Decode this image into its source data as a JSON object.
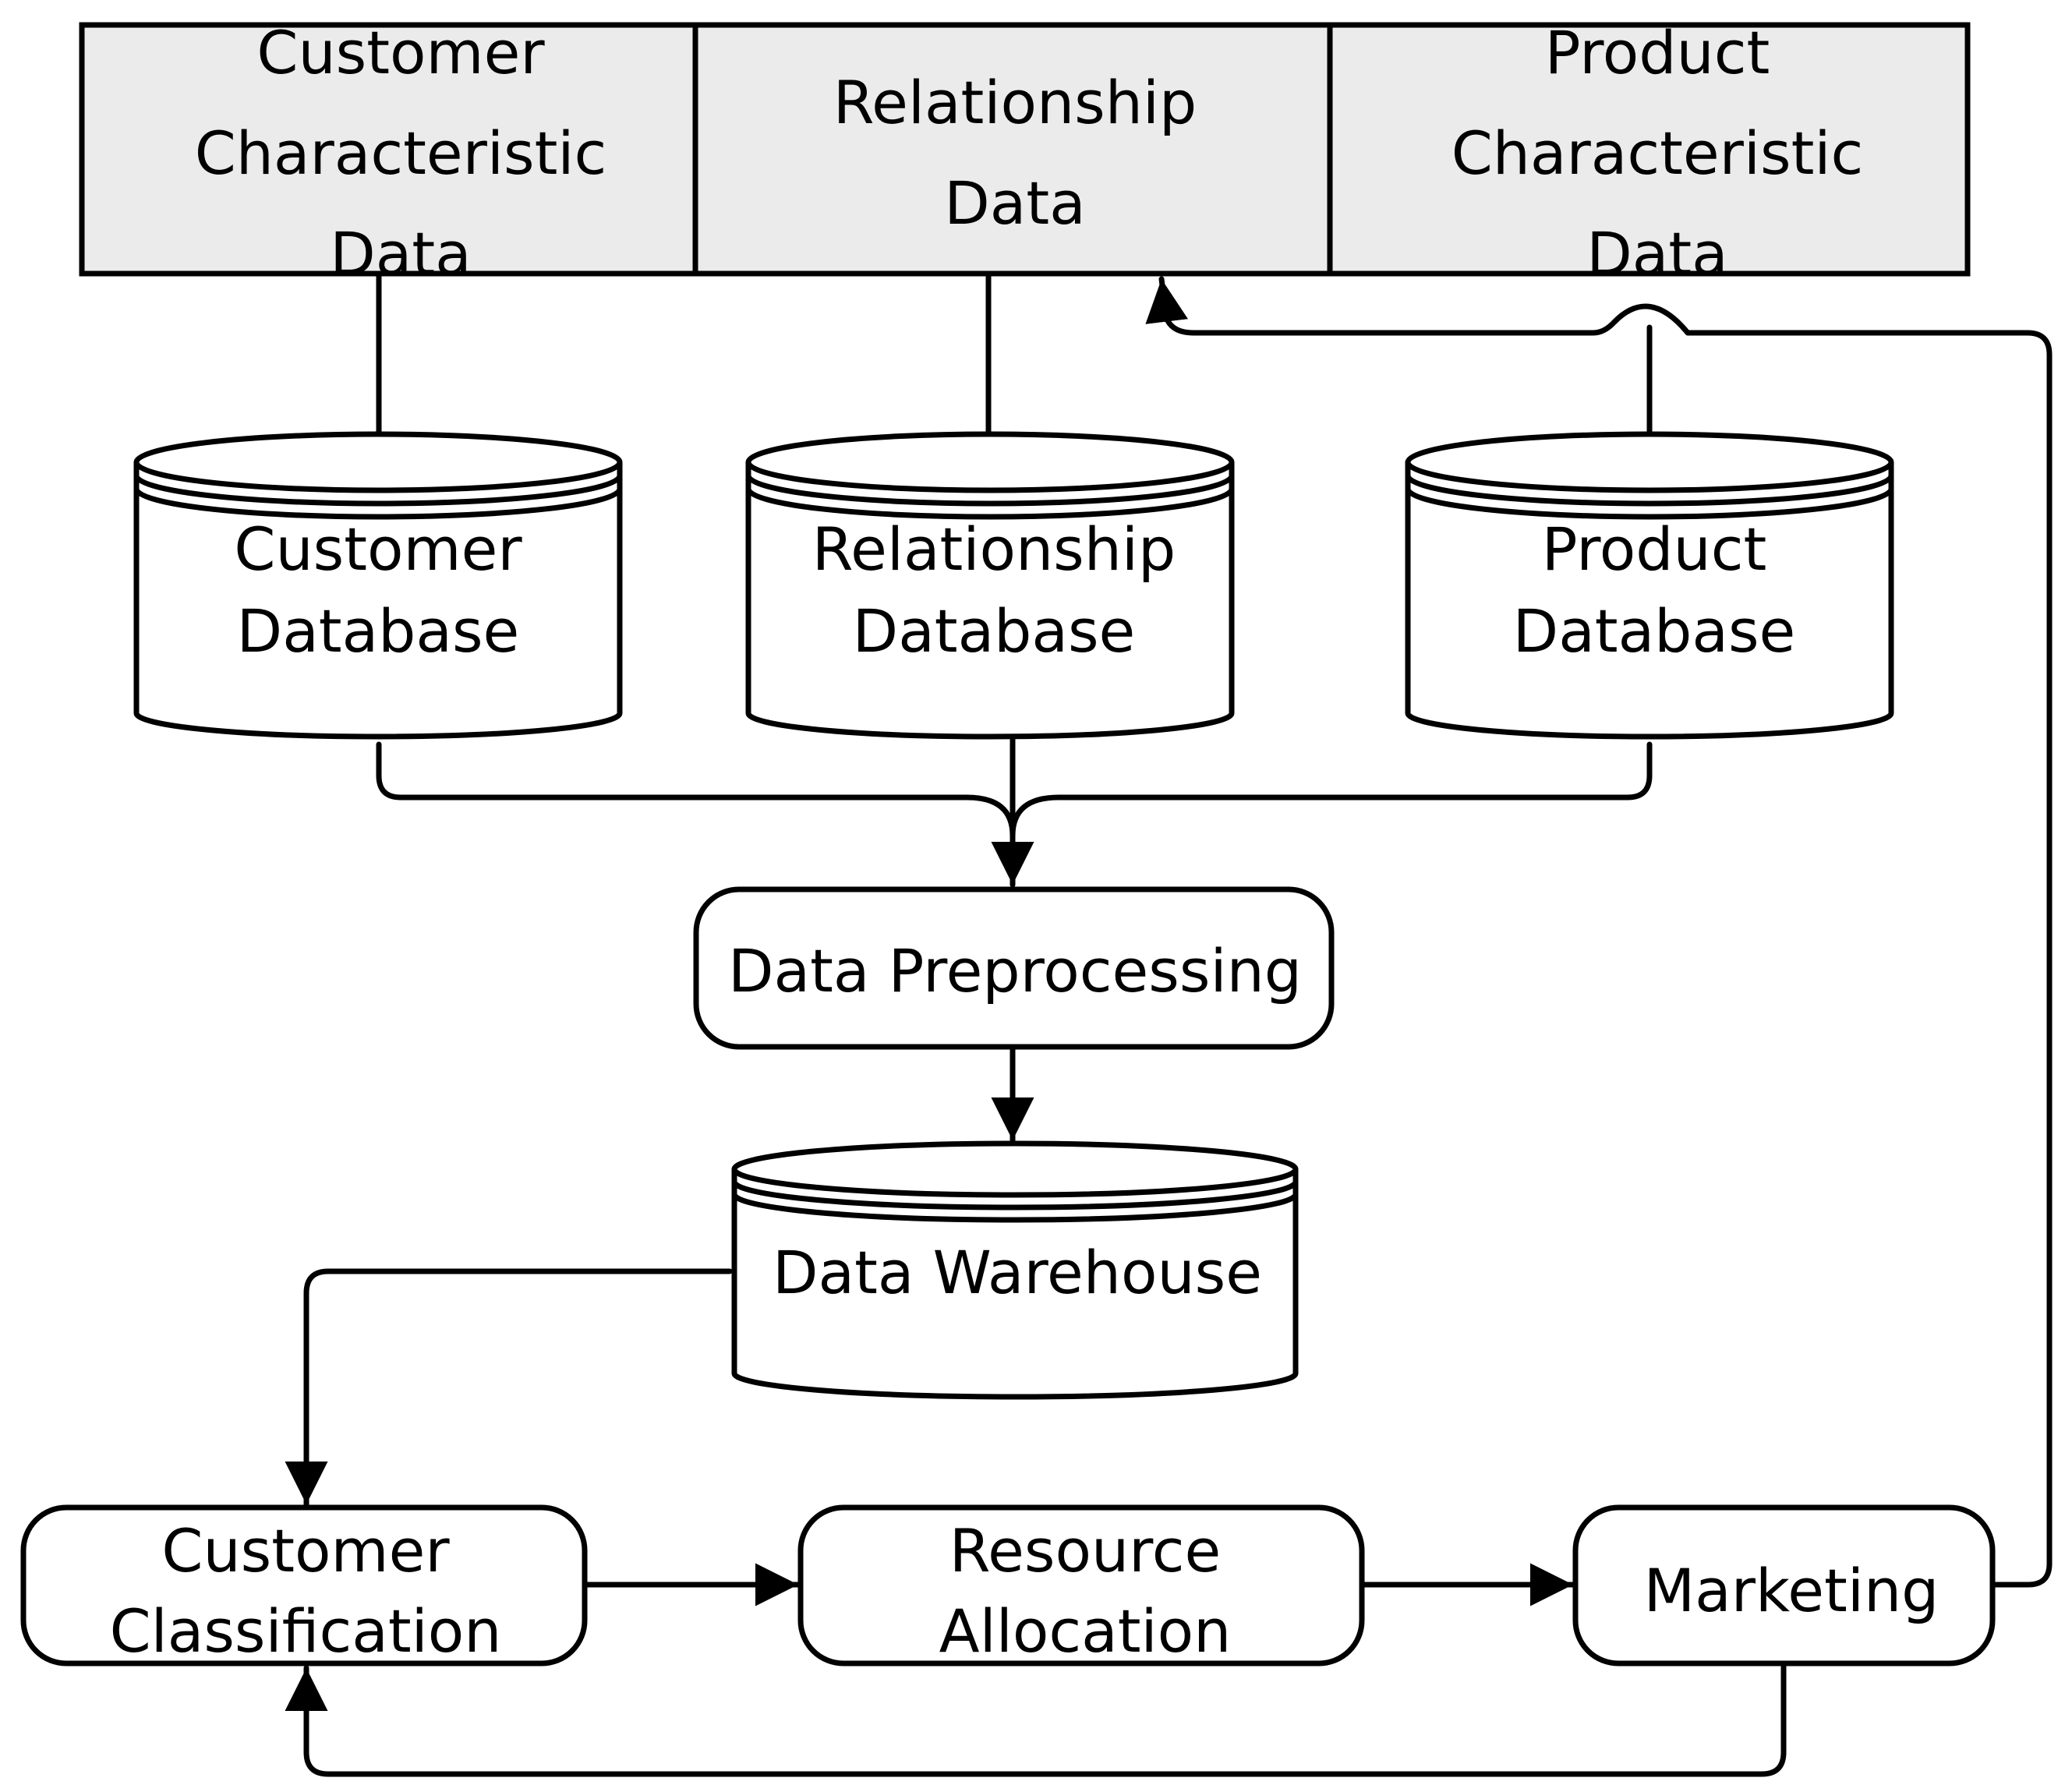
{
  "top_sources": [
    {
      "lines": [
        "Customer",
        "Characteristic",
        "Data"
      ]
    },
    {
      "lines": [
        "Relationship",
        "Data"
      ]
    },
    {
      "lines": [
        "Product",
        "Characteristic",
        "Data"
      ]
    }
  ],
  "databases": [
    {
      "lines": [
        "Customer",
        "Database"
      ]
    },
    {
      "lines": [
        "Relationship",
        "Database"
      ]
    },
    {
      "lines": [
        "Product",
        "Database"
      ]
    }
  ],
  "preprocessing": {
    "label": "Data Preprocessing"
  },
  "warehouse": {
    "label": "Data Warehouse"
  },
  "process_boxes": [
    {
      "lines": [
        "Customer",
        "Classification"
      ]
    },
    {
      "lines": [
        "Resource",
        "Allocation"
      ]
    },
    {
      "lines": [
        "Marketing"
      ]
    }
  ],
  "colors": {
    "source_fill": "#ebebeb",
    "stroke": "#000000",
    "background": "#ffffff"
  }
}
